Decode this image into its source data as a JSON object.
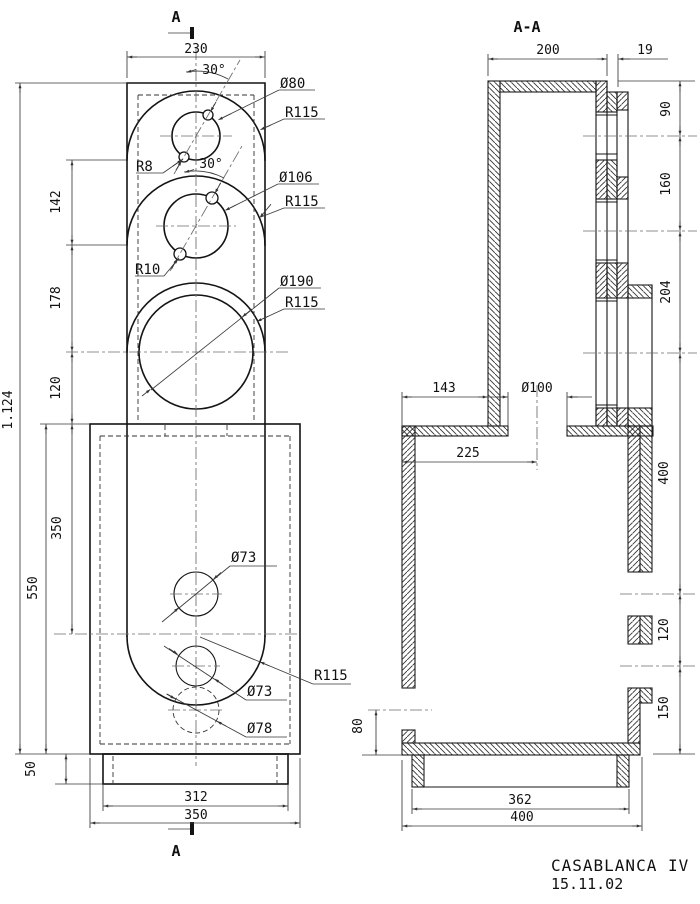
{
  "title_block": {
    "name": "CASABLANCA IV",
    "date": "15.11.02"
  },
  "front_view": {
    "section_top": "A",
    "section_bottom": "A",
    "dims": {
      "width_top": "230",
      "height_overall": "1.124",
      "tweeter_to_mid": "142",
      "mid_to_woofer": "178",
      "woofer_to_base": "120",
      "lower_height": "550",
      "port_row": "350",
      "plinth_height": "50",
      "plinth_width": "312",
      "width_lower": "350"
    },
    "labels": {
      "angle_top": "30°",
      "angle_mid": "30°",
      "dia_tweeter": "Ø80",
      "r_top": "R115",
      "r_notch_top": "R8",
      "dia_mid": "Ø106",
      "r_notch_mid": "R10",
      "r_mid": "R115",
      "dia_woofer": "Ø190",
      "r_woofer": "R115",
      "dia_hole_upper": "Ø73",
      "dia_hole_lower": "Ø73",
      "dia_hole_hidden": "Ø78",
      "r_channel": "R115"
    }
  },
  "section_view": {
    "title": "A-A",
    "dims": {
      "inner_depth": "200",
      "baffle": "19",
      "top_to_tweeter": "90",
      "tweeter_to_mid": "160",
      "mid_to_woofer": "204",
      "woofer_to_hole": "400",
      "hole_gap": "120",
      "hole_to_bottom": "150",
      "wall_offset": "143",
      "shelf_hole": "Ø100",
      "hole_center": "225",
      "port_height": "80",
      "plinth_depth": "362",
      "depth": "400"
    }
  }
}
